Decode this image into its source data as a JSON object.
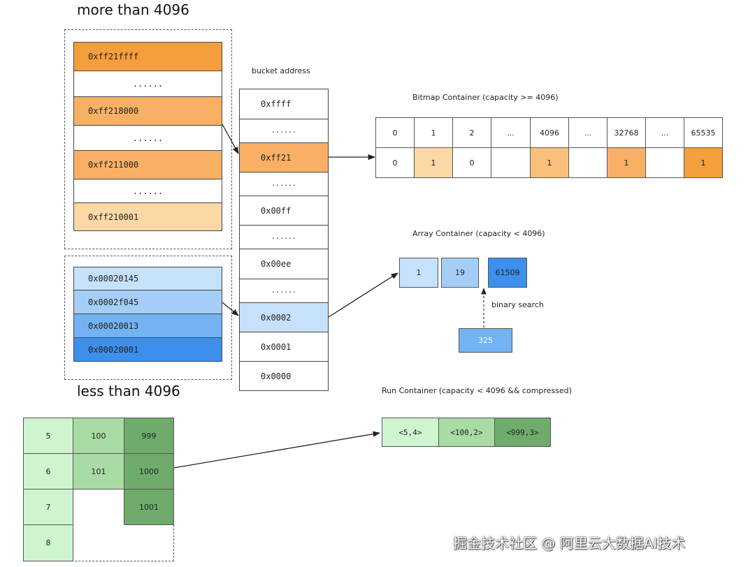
{
  "colors": {
    "orange_dark": "#F59E3D",
    "orange_mid": "#F8B064",
    "orange_light": "#FCD8A6",
    "blue_lightest": "#C6E1FB",
    "blue_light": "#A4CEF8",
    "blue_mid": "#73B3F4",
    "blue_dark": "#3C8FEA",
    "green_light": "#CEF5CE",
    "green_mid": "#A9DBA5",
    "green_dark": "#6FAC6B"
  },
  "headings": {
    "more_than": "more than 4096",
    "less_than": "less than 4096"
  },
  "high_group": [
    {
      "label": "0xff21ffff",
      "color": "orange_dark"
    },
    {
      "label": "......",
      "color": "white"
    },
    {
      "label": "0xff218000",
      "color": "orange_mid"
    },
    {
      "label": "......",
      "color": "white"
    },
    {
      "label": "0xff211000",
      "color": "orange_mid"
    },
    {
      "label": "......",
      "color": "white"
    },
    {
      "label": "0xff210001",
      "color": "orange_light"
    }
  ],
  "low_group": [
    {
      "label": "0x00020145",
      "color": "blue_lightest"
    },
    {
      "label": "0x0002f045",
      "color": "blue_light"
    },
    {
      "label": "0x00020013",
      "color": "blue_mid"
    },
    {
      "label": "0x00020001",
      "color": "blue_dark"
    }
  ],
  "bucket": {
    "title": "bucket address",
    "items": [
      "0xffff",
      "......",
      "0xff21",
      "......",
      "0x00ff",
      "......",
      "0x00ee",
      "......",
      "0x0002",
      "0x0001",
      "0x0000"
    ]
  },
  "bitmap": {
    "title": "Bitmap Container (capacity >= 4096)",
    "indices": [
      "0",
      "1",
      "2",
      "...",
      "4096",
      "...",
      "32768",
      "...",
      "65535"
    ],
    "values": [
      "0",
      "1",
      "0",
      "",
      "1",
      "",
      "1",
      "",
      "1"
    ]
  },
  "array": {
    "title": "Array Container (capacity < 4096)",
    "items": [
      "1",
      "19",
      "61509"
    ],
    "search_label": "binary search",
    "search_value": "325"
  },
  "run": {
    "title": "Run Container (capacity < 4096 && compressed)",
    "items": [
      "<5,4>",
      "<100,2>",
      "<999,3>"
    ]
  },
  "run_source": {
    "col1": [
      "5",
      "6",
      "7",
      "8"
    ],
    "col2": [
      "100",
      "101"
    ],
    "col3": [
      "999",
      "1000",
      "1001"
    ]
  },
  "watermark": "掘金技术社区 @ 阿里云大数据AI技术"
}
